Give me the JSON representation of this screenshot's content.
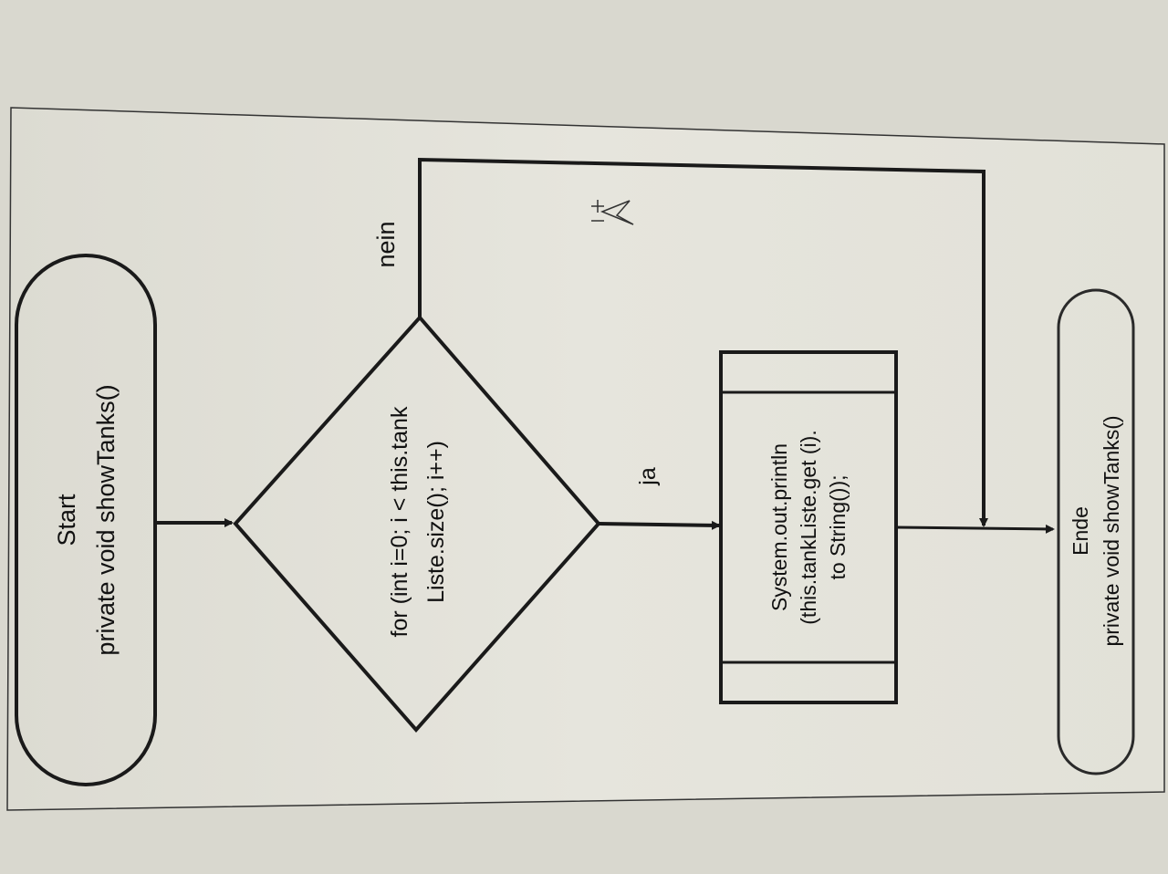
{
  "diagram": {
    "start": {
      "line1": "Start",
      "line2": "private void showTanks()"
    },
    "decision": {
      "line1": "for (int i=0; i <  this.tank",
      "line2": "Liste.size();  i++)"
    },
    "branch_no": "nein",
    "branch_yes": "ja",
    "process": {
      "line1": "System.out.println",
      "line2": "(this.tankListe.get (i).",
      "line3": "to String());"
    },
    "end": {
      "line1": "Ende",
      "line2": "private void showTanks()"
    }
  },
  "colors": {
    "paper": "#e4e3db",
    "background": "#d9d8cf",
    "line": "#1a1a1a",
    "faded_text": "#5a5a5a"
  }
}
